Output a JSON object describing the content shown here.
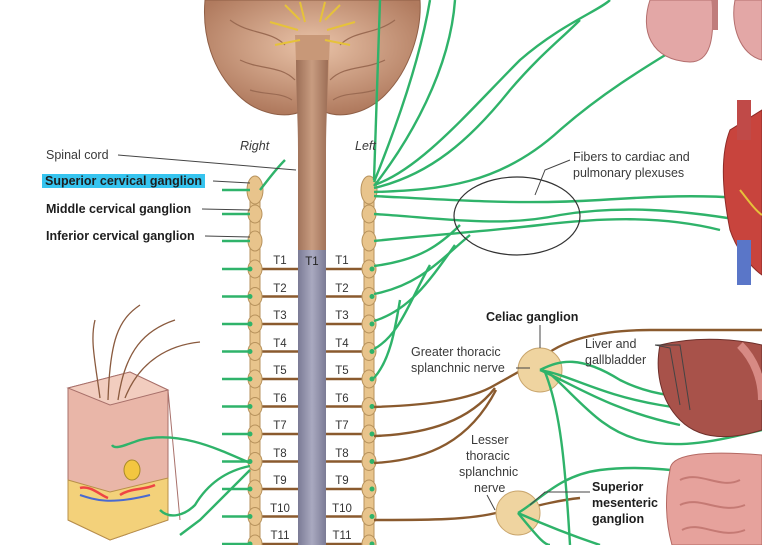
{
  "labels": {
    "spinal_cord": "Spinal cord",
    "superior_cervical": "Superior cervical ganglion",
    "middle_cervical": "Middle cervical ganglion",
    "inferior_cervical": "Inferior cervical ganglion",
    "right": "Right",
    "left": "Left",
    "fibers_line1": "Fibers to cardiac and",
    "fibers_line2": "pulmonary plexuses",
    "celiac": "Celiac ganglion",
    "greater_line1": "Greater thoracic",
    "greater_line2": "splanchnic nerve",
    "liver_line1": "Liver and",
    "liver_line2": "gallbladder",
    "lesser_line1": "Lesser",
    "lesser_line2": "thoracic",
    "lesser_line3": "splanchnic",
    "lesser_line4": "nerve",
    "sup_mes_line1": "Superior",
    "sup_mes_line2": "mesenteric",
    "sup_mes_line3": "ganglion"
  },
  "segments": [
    "T1",
    "T2",
    "T3",
    "T4",
    "T5",
    "T6",
    "T7",
    "T8",
    "T9",
    "T10",
    "T11"
  ],
  "cord_label": "T1",
  "colors": {
    "nerve_green": "#2fb36a",
    "preganglionic_brown": "#8a5a2e",
    "ganglion_tan": "#e8c48c",
    "cord_tan": "#b88a6e",
    "cord_gray": "#8f8fa8",
    "highlight": "#36c4ef"
  }
}
